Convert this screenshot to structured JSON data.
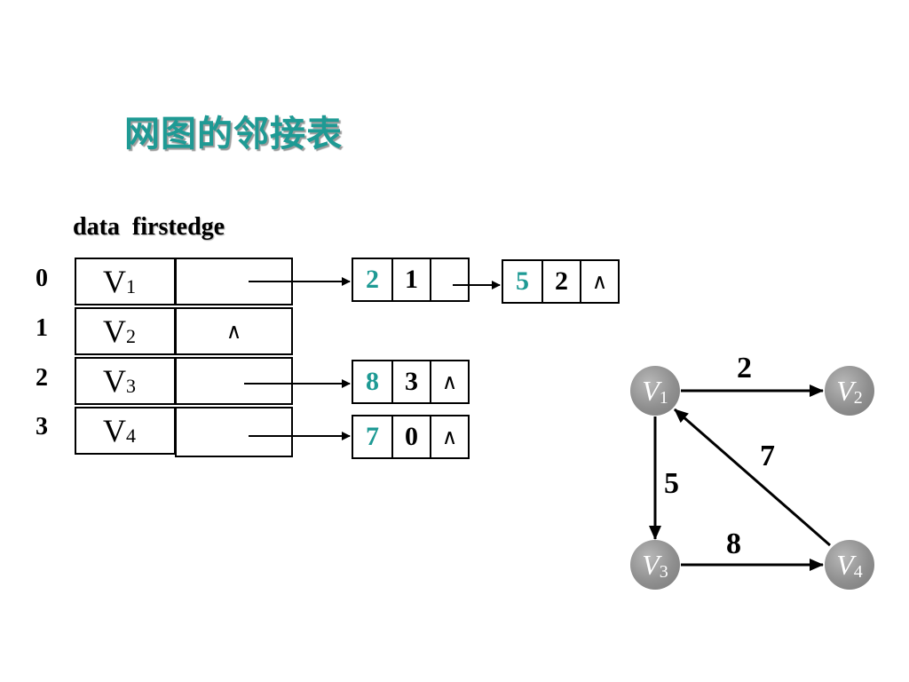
{
  "title": "网图的邻接表",
  "header": {
    "data_label": "data",
    "firstedge_label": "firstedge"
  },
  "vertex_table": [
    {
      "index": "0",
      "name": "V",
      "sub": "1",
      "firstedge": ""
    },
    {
      "index": "1",
      "name": "V",
      "sub": "2",
      "firstedge": "∧"
    },
    {
      "index": "2",
      "name": "V",
      "sub": "3",
      "firstedge": ""
    },
    {
      "index": "3",
      "name": "V",
      "sub": "4",
      "firstedge": ""
    }
  ],
  "edge_nodes": [
    {
      "weight": "2",
      "adjvex": "1",
      "next": ""
    },
    {
      "weight": "5",
      "adjvex": "2",
      "next": "∧"
    },
    {
      "weight": "8",
      "adjvex": "3",
      "next": "∧"
    },
    {
      "weight": "7",
      "adjvex": "0",
      "next": "∧"
    }
  ],
  "graph": {
    "nodes": [
      {
        "name": "V",
        "sub": "1"
      },
      {
        "name": "V",
        "sub": "2"
      },
      {
        "name": "V",
        "sub": "3"
      },
      {
        "name": "V",
        "sub": "4"
      }
    ],
    "edges": [
      {
        "from": "V1",
        "to": "V2",
        "weight": "2"
      },
      {
        "from": "V1",
        "to": "V3",
        "weight": "5"
      },
      {
        "from": "V3",
        "to": "V4",
        "weight": "8"
      },
      {
        "from": "V4",
        "to": "V1",
        "weight": "7"
      }
    ]
  },
  "colors": {
    "accent": "#1e9a94",
    "node_fill": "#8f8f8f",
    "line": "#000000"
  }
}
